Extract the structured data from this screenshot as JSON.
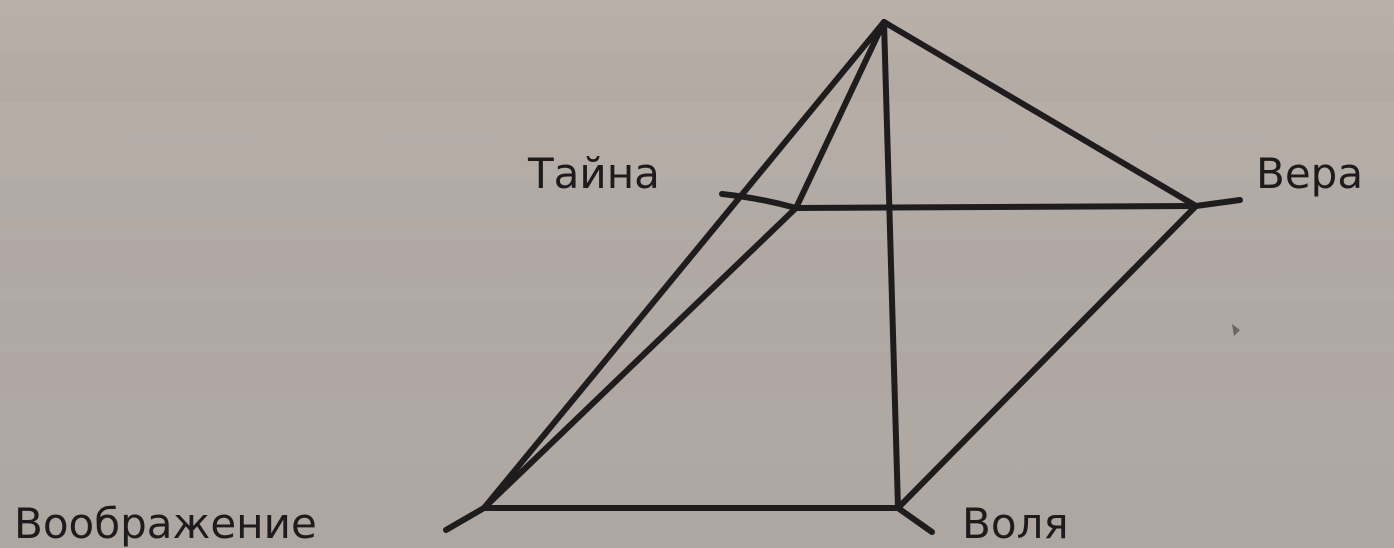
{
  "diagram": {
    "labels": {
      "mystery": "Тайна",
      "faith": "Вера",
      "imagination": "Воображение",
      "will": "Воля"
    }
  }
}
